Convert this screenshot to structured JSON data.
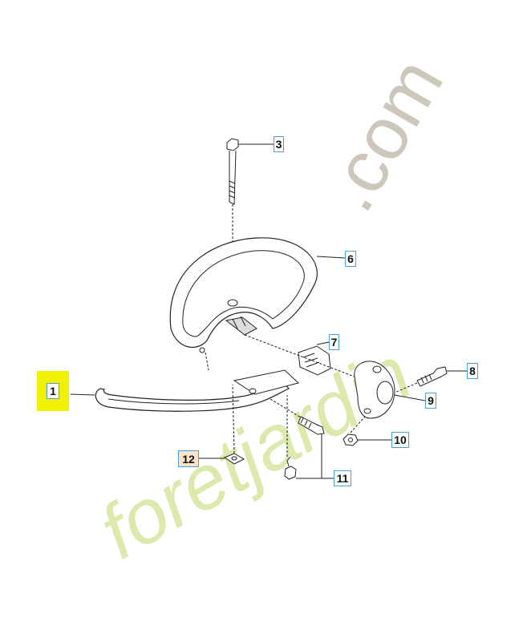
{
  "diagram": {
    "callouts": [
      {
        "id": "c1",
        "label": "1"
      },
      {
        "id": "c3",
        "label": "3"
      },
      {
        "id": "c6",
        "label": "6"
      },
      {
        "id": "c7",
        "label": "7"
      },
      {
        "id": "c8",
        "label": "8"
      },
      {
        "id": "c9",
        "label": "9"
      },
      {
        "id": "c10",
        "label": "10"
      },
      {
        "id": "c11",
        "label": "11"
      },
      {
        "id": "c12",
        "label": "12"
      }
    ]
  },
  "watermark": {
    "text_main": "foretjardin",
    "text_suffix": ".com",
    "color_green": "#d9e9a8",
    "color_gray": "#cfc7bb"
  },
  "colors": {
    "highlight": "#f0f000",
    "callout_border": "#4aa0d8",
    "line": "#222222"
  }
}
